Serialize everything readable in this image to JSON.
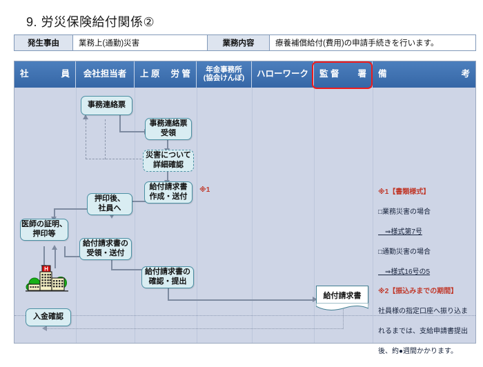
{
  "page": {
    "title": "9. 労災保険給付関係②"
  },
  "info_table": {
    "rows": [
      {
        "head1": "発生事由",
        "value1": "業務上(通勤)災害",
        "head2": "業務内容",
        "value2": "療養補償給付(費用)の申請手続きを行います。"
      }
    ]
  },
  "columns": [
    {
      "id": "employee",
      "label_left": "社",
      "label_right": "員",
      "style": "spread"
    },
    {
      "id": "company",
      "label": "会社担当者",
      "style": "center"
    },
    {
      "id": "uehara",
      "label_left": "上 原",
      "label_right": "労 管",
      "style": "spread"
    },
    {
      "id": "pension",
      "label": "年金事務所\n(協会けんぽ)",
      "style": "small"
    },
    {
      "id": "hellowork",
      "label": "ハローワーク",
      "style": "center"
    },
    {
      "id": "kantokusho",
      "label_left": "監  督",
      "label_right": "署",
      "style": "spread"
    },
    {
      "id": "remarks",
      "label_left": "備",
      "label_right": "考",
      "style": "spread"
    }
  ],
  "flow": {
    "boxes": [
      {
        "id": "jimu-renrakuhyo",
        "label": "事務連絡票"
      },
      {
        "id": "jimu-renrakuhyo-juryo",
        "label": "事務連絡票\n受領"
      },
      {
        "id": "saigai-shousai-kakunin",
        "label": "災害について\n詳細確認"
      },
      {
        "id": "kyufu-seikyusho-sakusei",
        "label": "給付請求書\n作成・送付"
      },
      {
        "id": "ouin-go-shain-e",
        "label": "押印後、\n社員へ"
      },
      {
        "id": "ishi-shoumei-ouin",
        "label": "医師の証明、\n押印等"
      },
      {
        "id": "kyufu-seikyusho-juryo",
        "label": "給付請求書の\n受領・送付"
      },
      {
        "id": "kyufu-seikyusho-kakunin",
        "label": "給付請求書の\n確認・提出"
      },
      {
        "id": "kyufu-seikyusho-doc",
        "label": "給付請求書"
      },
      {
        "id": "nyukin-kakunin",
        "label": "入金確認"
      }
    ],
    "markers": [
      {
        "id": "marker-1",
        "label": "※1"
      }
    ]
  },
  "notes": [
    {
      "id": "note-1",
      "title": "※1【書類様式】",
      "lines": [
        "□業務災害の場合",
        "　⇒様式第7号",
        "□通勤災害の場合",
        "　⇒様式16号の5"
      ],
      "underlined": [
        "様式第7号",
        "様式16号の5"
      ]
    },
    {
      "id": "note-2",
      "title": "※2【振込みまでの期間】",
      "lines": [
        "社員様の指定口座へ振り込ま",
        "れるまでは、支給申請書提出",
        "後、約●週間かかります。"
      ]
    }
  ],
  "illustration": {
    "id": "hospital-illustration",
    "sign_label": "H"
  },
  "colors": {
    "header_blue": "#3f72b0",
    "body_bg": "#ced5e6",
    "box_fill": "#d9edf2",
    "box_border": "#4a8fa3",
    "accent_red": "#c0392b",
    "highlight_red": "#ef1b1b"
  }
}
